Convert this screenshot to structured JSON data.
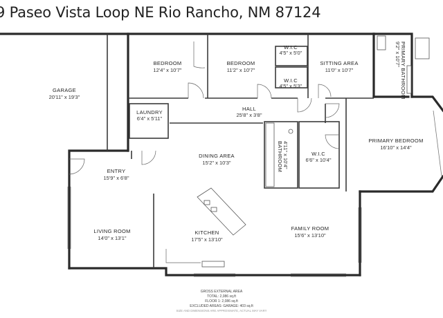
{
  "address": "9 Paseo Vista Loop NE Rio Rancho, NM 87124",
  "rooms": {
    "garage": {
      "name": "GARAGE",
      "dim": "20'11\" x 19'3\""
    },
    "bedroom1": {
      "name": "BEDROOM",
      "dim": "12'4\" x 10'7\""
    },
    "bedroom2": {
      "name": "BEDROOM",
      "dim": "11'2\" x 10'7\""
    },
    "wic1": {
      "name": "W.I.C",
      "dim": "4'5\" x 5'0\""
    },
    "wic2": {
      "name": "W.I.C",
      "dim": "4'5\" x 5'3\""
    },
    "sitting": {
      "name": "SITTING AREA",
      "dim": "11'0\" x 10'7\""
    },
    "primary_bath": {
      "name": "PRIMARY BATHROOM",
      "dim": "9'2\" x 10'7\""
    },
    "laundry": {
      "name": "LAUNDRY",
      "dim": "6'4\" x 5'11\""
    },
    "hall": {
      "name": "HALL",
      "dim": "25'8\" x 3'8\""
    },
    "primary_bed": {
      "name": "PRIMARY BEDROOM",
      "dim": "16'10\" x 14'4\""
    },
    "bathroom": {
      "name": "BATHROOM",
      "dim": "4'11\" x 10'4\""
    },
    "wic3": {
      "name": "W.I.C",
      "dim": "6'6\" x 10'4\""
    },
    "dining": {
      "name": "DINING AREA",
      "dim": "15'2\" x 10'3\""
    },
    "entry": {
      "name": "ENTRY",
      "dim": "15'9\" x 6'8\""
    },
    "living": {
      "name": "LIVING ROOM",
      "dim": "14'0\" x 13'1\""
    },
    "kitchen": {
      "name": "KITCHEN",
      "dim": "17'5\" x 13'10\""
    },
    "family": {
      "name": "FAMILY ROOM",
      "dim": "15'6\" x 13'10\""
    }
  },
  "footer": {
    "line1": "GROSS EXTERNAL AREA",
    "line2": "TOTAL: 2,086 sq.ft",
    "line3": "FLOOR 1: 2,086 sq.ft",
    "line4": "EXCLUDED AREAS: GARAGE: 403 sq.ft",
    "line5": "SIZE AND DIMENSIONS ARE APPROXIMATE, ACTUAL MAY VARY"
  }
}
